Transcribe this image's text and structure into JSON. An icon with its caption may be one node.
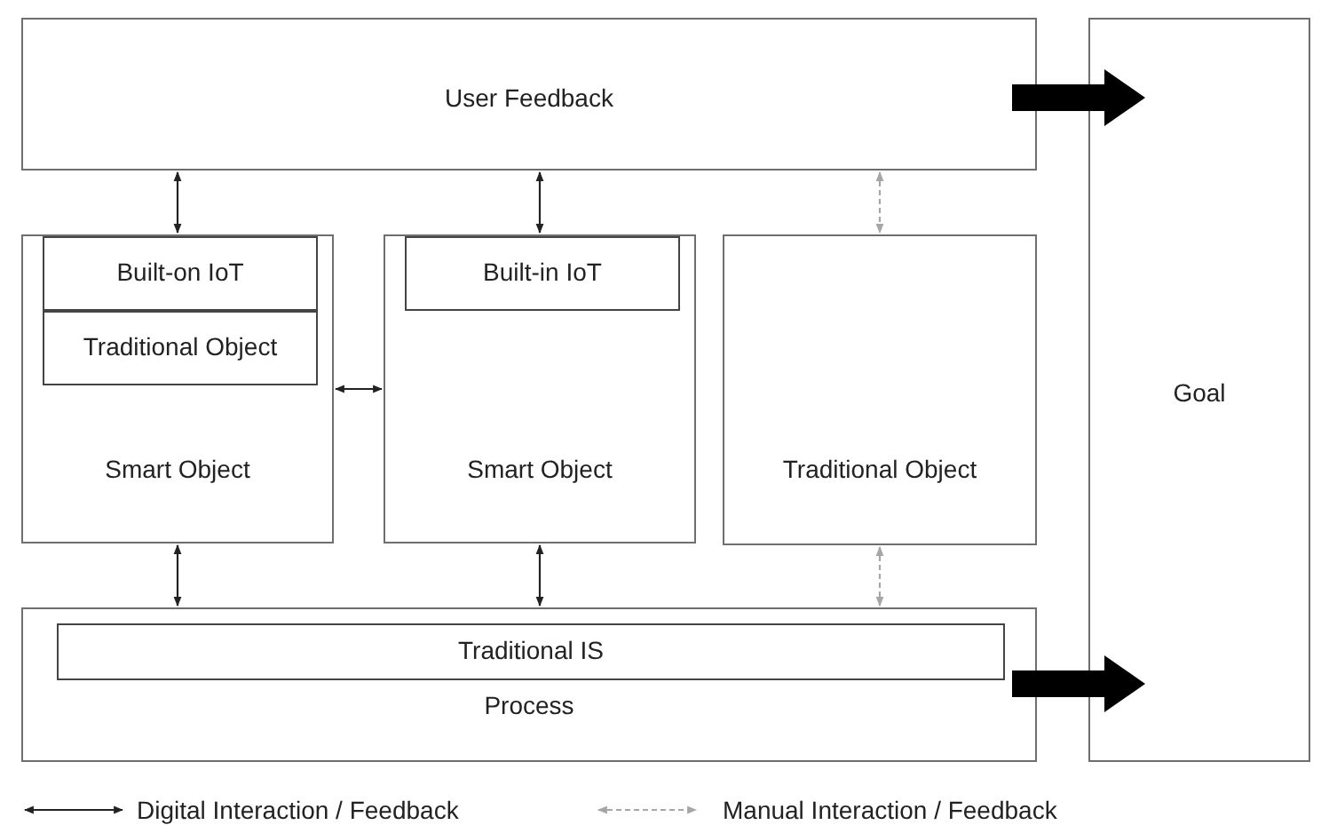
{
  "diagram": {
    "nodes": [
      {
        "text": [
          "User Feedback"
        ]
      },
      {
        "text": [
          "Smart Object"
        ]
      },
      {
        "text": [
          "Built-on IoT"
        ],
        "in": 1
      },
      {
        "text": [
          "Traditional Object"
        ],
        "in": 1
      },
      {
        "text": [
          "Smart Object"
        ]
      },
      {
        "text": [
          "Built-in IoT"
        ],
        "in": 4
      },
      {
        "text": [
          "Traditional Object"
        ]
      },
      {
        "text": [
          "Process"
        ]
      },
      {
        "text": [
          "Traditional IS"
        ],
        "in": 7
      },
      {
        "text": [
          "Goal"
        ]
      }
    ],
    "edges": [
      {
        "from": 0,
        "to": 1,
        "arrow": "both"
      },
      {
        "from": 0,
        "to": 4,
        "arrow": "both"
      },
      {
        "from": 0,
        "to": 6,
        "arrow": "both",
        "style": "dashed",
        "color": "#a6a6a6"
      },
      {
        "from": 1,
        "to": 4,
        "arrow": "both"
      },
      {
        "from": 1,
        "to": 7,
        "arrow": "both"
      },
      {
        "from": 4,
        "to": 7,
        "arrow": "both"
      },
      {
        "from": 6,
        "to": 7,
        "arrow": "both",
        "style": "dashed",
        "color": "#a6a6a6"
      },
      {
        "from": 0,
        "to": 9,
        "arrow": "to",
        "style": "thick"
      },
      {
        "from": 7,
        "to": 9,
        "arrow": "to",
        "style": "thick"
      }
    ],
    "legend": [
      {
        "text": "Digital Interaction / Feedback"
      },
      {
        "text": "Manual Interaction / Feedback"
      }
    ]
  }
}
